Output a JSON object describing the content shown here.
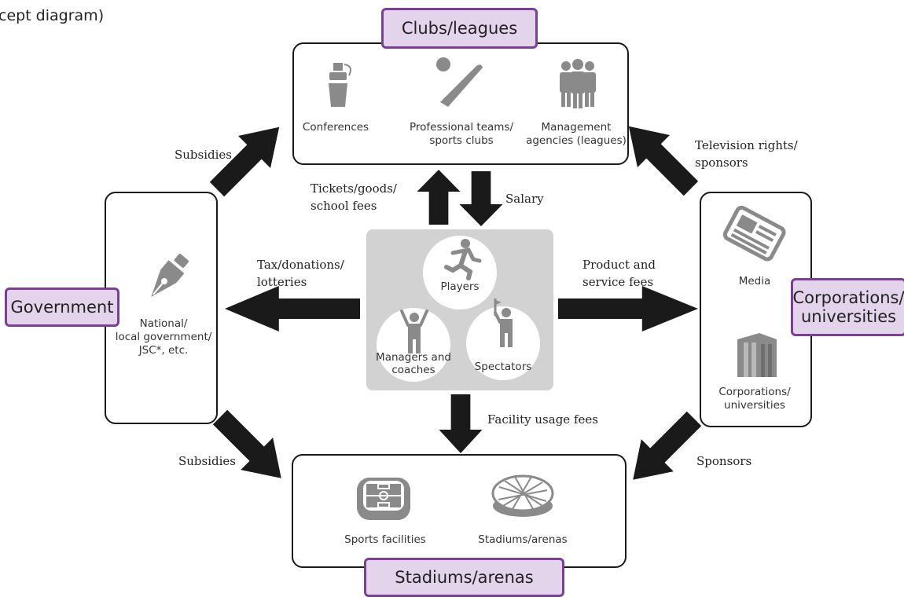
{
  "caption": "cept diagram)",
  "nodes": {
    "clubs": {
      "title": "Clubs/leagues",
      "items": [
        "Conferences",
        "Professional teams/\nsports clubs",
        "Management\nagencies (leagues)"
      ]
    },
    "government": {
      "title": "Government",
      "item": "National/\nlocal government/\nJSC*, etc."
    },
    "corporations": {
      "title": "Corporations/\nuniversities",
      "items": [
        "Media",
        "Corporations/\nuniversities"
      ]
    },
    "stadiums": {
      "title": "Stadiums/arenas",
      "items": [
        "Sports facilities",
        "Stadiums/arenas"
      ]
    },
    "center": {
      "players": "Players",
      "managers": "Managers and\ncoaches",
      "spectators": "Spectators"
    }
  },
  "flows": {
    "gov_to_clubs": "Subsidies",
    "media_to_clubs": "Television rights/\nsponsors",
    "tickets": "Tickets/goods/\nschool fees",
    "salary": "Salary",
    "tax": "Tax/donations/\nlotteries",
    "product": "Product and\nservice fees",
    "facility": "Facility usage fees",
    "gov_to_stadiums": "Subsidies",
    "sponsors": "Sponsors"
  },
  "colors": {
    "tag_fill": "#e3d4ec",
    "tag_border": "#7b3f93",
    "arrow": "#1a1a1a",
    "icon": "#8a8a8a",
    "center_bg": "#d2d2d2"
  },
  "icons": [
    "bottle-icon",
    "baseball-bat-icon",
    "people-group-icon",
    "fountain-pen-icon",
    "newspaper-icon",
    "building-icon",
    "soccer-field-icon",
    "stadium-dome-icon",
    "runner-icon",
    "cheering-person-icon",
    "flag-person-icon"
  ]
}
